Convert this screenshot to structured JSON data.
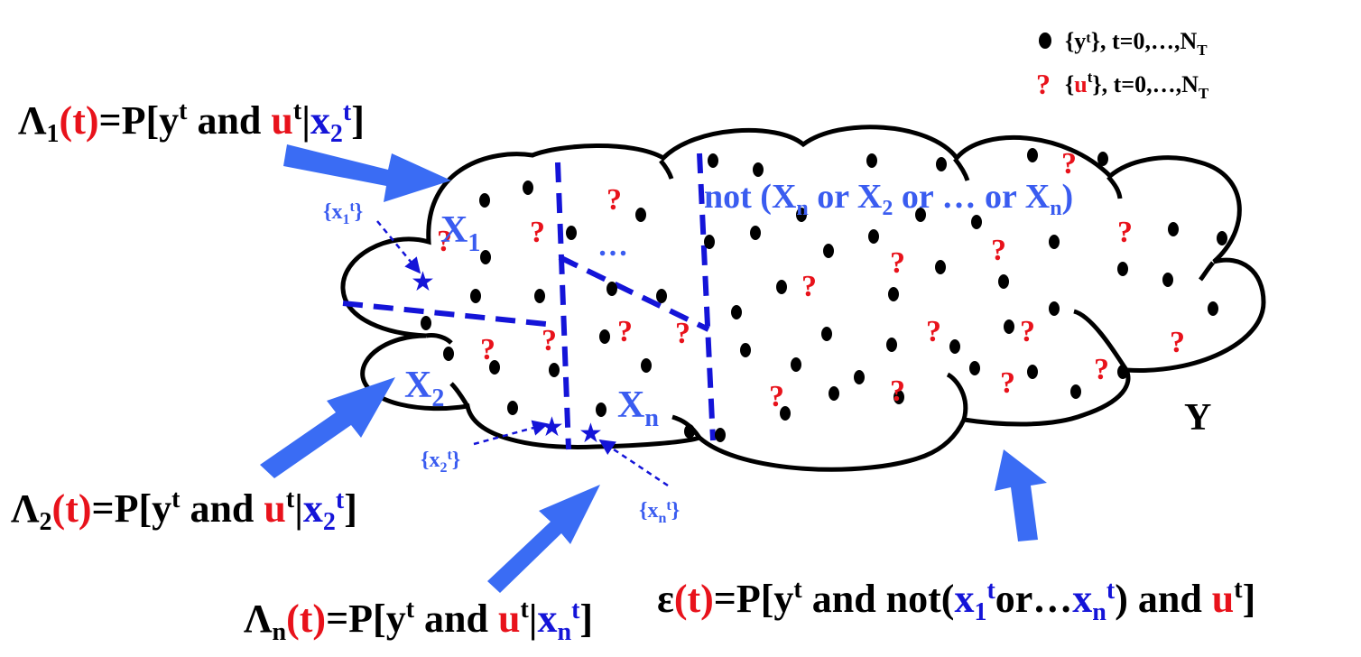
{
  "legend": {
    "dot_label": "{yᵗ}, t=0,…,N",
    "dot_label_sub": "T",
    "q_marker": "?",
    "q_label_open": "{",
    "q_label_u": "u",
    "q_label_sup": "t",
    "q_label_rest": "}, t=0,…,N",
    "q_label_sub": "T"
  },
  "region_labels": {
    "x1": "X",
    "x1_sub": "1",
    "x2": "X",
    "x2_sub": "2",
    "xn": "X",
    "xn_sub": "n",
    "dots": "…",
    "y": "Y",
    "not_label": {
      "p1": "not (X",
      "s1": "n",
      "p2": " or X",
      "s2": "2",
      "p3": " or … or X",
      "s3": "n",
      "p4": ")"
    }
  },
  "points": {
    "x1": {
      "open": "{x",
      "sub": "1",
      "sup": "t",
      "close": "}"
    },
    "x2": {
      "open": "{x",
      "sub": "2",
      "sup": "t",
      "close": "}"
    },
    "xn": {
      "open": "{x",
      "sub": "n",
      "sup": "t",
      "close": "}"
    }
  },
  "formulas": {
    "lambda1": {
      "sym": "Λ",
      "sub": "1",
      "t": "(t)",
      "eq": "=P[y",
      "sup": "t",
      "and": " and ",
      "u": "u",
      "usup": "t",
      "bar": "|",
      "x": "x",
      "xsub": "2",
      "xsup": "t",
      "close": "]"
    },
    "lambda2": {
      "sym": "Λ",
      "sub": "2",
      "t": "(t)",
      "eq": "=P[y",
      "sup": "t",
      "and": " and ",
      "u": "u",
      "usup": "t",
      "bar": "|",
      "x": "x",
      "xsub": "2",
      "xsup": "t",
      "close": "]"
    },
    "lambdan": {
      "sym": "Λ",
      "sub": "n",
      "t": "(t)",
      "eq": "=P[y",
      "sup": "t",
      "and": " and ",
      "u": "u",
      "usup": "t",
      "bar": "|",
      "x": "x",
      "xsub": "n",
      "xsup": "t",
      "close": "]"
    },
    "eps": {
      "sym": "ε",
      "t": "(t)",
      "eq": "=P[y",
      "sup": "t",
      "mid": " and not(",
      "x1": "x",
      "x1sub": "1",
      "x1sup": "t",
      "or": "or…",
      "xn": "x",
      "xnsub": "n",
      "xnsup": "t",
      "mid2": ") and ",
      "u": "u",
      "usup": "t",
      "close": "]"
    }
  },
  "colors": {
    "accent_blue": "#1414d8",
    "arrow_blue": "#3a6cf4",
    "red": "#e8121b",
    "dashed": "#1414d8"
  }
}
